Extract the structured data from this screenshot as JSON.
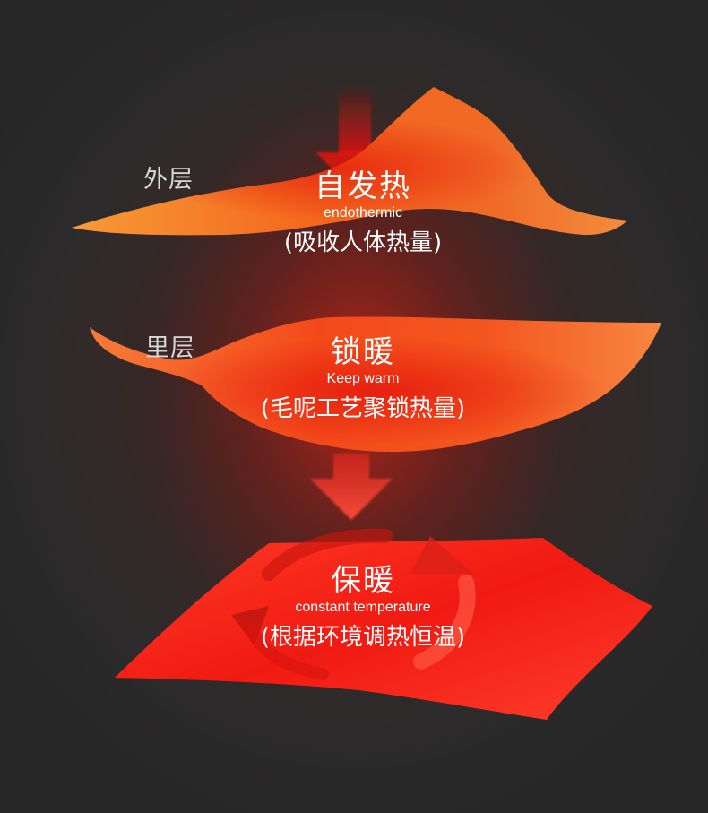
{
  "outer_layer": {
    "side_label": "外层",
    "title": "自发热",
    "subtitle": "endothermic",
    "note": "(吸收人体热量)"
  },
  "inner_layer": {
    "side_label": "里层",
    "title": "锁暖",
    "subtitle": "Keep warm",
    "note": "(毛呢工艺聚锁热量)"
  },
  "bottom_layer": {
    "title": "保暖",
    "subtitle": "constant temperature",
    "note": "(根据环境调热恒温)"
  },
  "colors": {
    "background": "#2b2b2b",
    "outer_fabric": "#f26a1e",
    "inner_fabric": "#f5531a",
    "bottom_fabric": "#ee1c16",
    "arrow": "#e2271e",
    "text": "#ffffff",
    "side_label": "#d9d9d9"
  },
  "icons": [
    "heat-down-arrow-icon",
    "circulation-arrows-icon"
  ]
}
